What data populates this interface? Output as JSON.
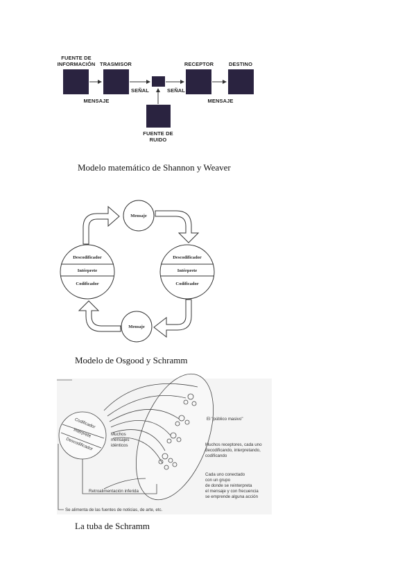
{
  "shannon": {
    "fuente_info": [
      "FUENTE DE",
      "INFORMACIÓN"
    ],
    "trasmisor": "TRASMISOR",
    "receptor": "RECEPTOR",
    "destino": "DESTINO",
    "mensaje_left": "MENSAJE",
    "senal_left": "SEÑAL",
    "senal_right": "SEÑAL",
    "mensaje_right": "MENSAJE",
    "fuente_ruido": [
      "FUENTE DE",
      "RUIDO"
    ],
    "caption": "Modelo matemático de Shannon y Weaver",
    "box_color": "#2a2340"
  },
  "osgood": {
    "mensaje_top": "Mensaje",
    "mensaje_bottom": "Mensaje",
    "left_circle": [
      "Descodificador",
      "Intérprete",
      "Codificador"
    ],
    "right_circle": [
      "Descodificador",
      "Intérprete",
      "Codificador"
    ],
    "caption": "Modelo de Osgood y Schramm"
  },
  "tuba": {
    "circle": [
      "Codificador",
      "Intérprete",
      "Descodificador"
    ],
    "muchos_mensajes": [
      "Muchos",
      "mensajes",
      "idénticos"
    ],
    "publico_masivo": "El \"público masivo\"",
    "receptores": [
      "Muchos receptores, cada uno",
      "decodificando, interpretando,",
      "codificando"
    ],
    "conectado": [
      "Cada uno conectado",
      "con un grupo",
      "de donde se reinterpreta",
      "el mensaje y con frecuencia",
      "se emprende alguna acción"
    ],
    "retro": "Retroalimentación inferida",
    "fuentes": "Se alimenta de las fuentes de noticias, de arte, etc.",
    "caption": "La tuba de Schramm"
  }
}
